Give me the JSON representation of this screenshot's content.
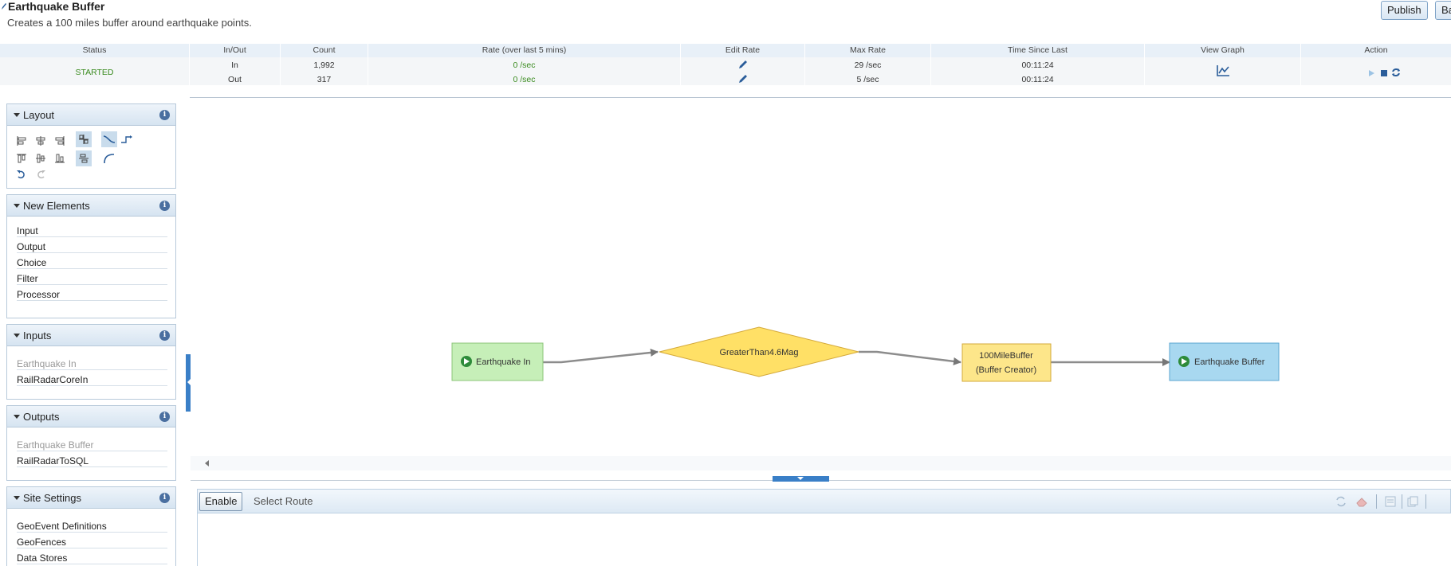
{
  "header": {
    "title": "Earthquake Buffer",
    "description": "Creates a 100 miles buffer around earthquake points.",
    "publish_label": "Publish",
    "back_label": "Ba"
  },
  "stats": {
    "columns": [
      "Status",
      "In/Out",
      "Count",
      "Rate (over last 5 mins)",
      "Edit Rate",
      "Max Rate",
      "Time Since Last",
      "View Graph",
      "Action"
    ],
    "status": "STARTED",
    "rows": [
      {
        "inout": "In",
        "count": "1,992",
        "rate": "0 /sec",
        "max_rate": "29 /sec",
        "time_since": "00:11:24"
      },
      {
        "inout": "Out",
        "count": "317",
        "rate": "0 /sec",
        "max_rate": "5 /sec",
        "time_since": "00:11:24"
      }
    ]
  },
  "panels": {
    "layout": {
      "title": "Layout"
    },
    "new_elements": {
      "title": "New Elements",
      "items": [
        "Input",
        "Output",
        "Choice",
        "Filter",
        "Processor"
      ]
    },
    "inputs": {
      "title": "Inputs",
      "items": [
        "Earthquake In",
        "RailRadarCoreIn"
      ]
    },
    "outputs": {
      "title": "Outputs",
      "items": [
        "Earthquake Buffer",
        "RailRadarToSQL"
      ]
    },
    "site_settings": {
      "title": "Site Settings",
      "items": [
        "GeoEvent Definitions",
        "GeoFences",
        "Data Stores"
      ]
    }
  },
  "flow": {
    "input_node": "Earthquake In",
    "filter_node": "GreaterThan4.6Mag",
    "processor_line1": "100MileBuffer",
    "processor_line2": "(Buffer Creator)",
    "output_node": "Earthquake Buffer"
  },
  "route_bar": {
    "enable_label": "Enable",
    "select_route": "Select Route"
  },
  "colors": {
    "input_node": "#c6efb8",
    "filter_node": "#ffe066",
    "processor_node": "#fde68a",
    "output_node": "#a8d8f0",
    "status_green": "#3a8b1f",
    "accent_blue": "#3a7fc7"
  }
}
